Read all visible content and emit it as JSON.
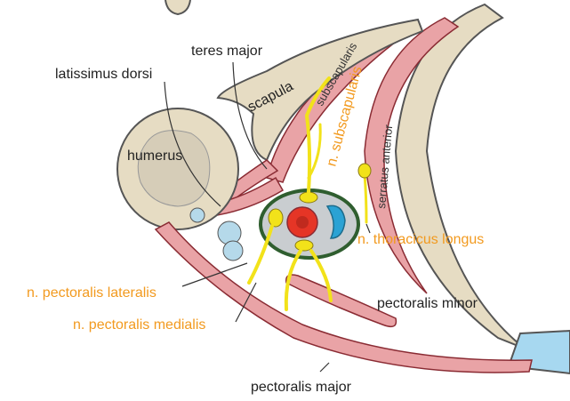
{
  "labels": {
    "teres_major": "teres major",
    "latissimus_dorsi": "latissimus dorsi",
    "scapula": "scapula",
    "subscapularis": "subscapularis",
    "n_subscapularis": "n. subscapularis",
    "humerus": "humerus",
    "serratus_anterior": "serratus anterior",
    "n_thoracicus_longus": "n. thoracicus longus",
    "n_pectoralis_lateralis": "n. pectoralis lateralis",
    "n_pectoralis_medialis": "n. pectoralis medialis",
    "pectoralis_minor": "pectoralis minor",
    "pectoralis_major": "pectoralis major"
  },
  "colors": {
    "nerve_label": "#f29a1f",
    "muscle": "#e9a3a6",
    "muscle_outline": "#8a2b33",
    "bone": "#e6dcc3",
    "bone_inner": "#d6cdb8",
    "nerve": "#f2e21a",
    "vessel_ring": "#2f5e2f",
    "artery": "#e53526",
    "vein": "#2aa2d4",
    "lymph": "#b5d9ea",
    "cartilage": "#a7d8f0"
  }
}
